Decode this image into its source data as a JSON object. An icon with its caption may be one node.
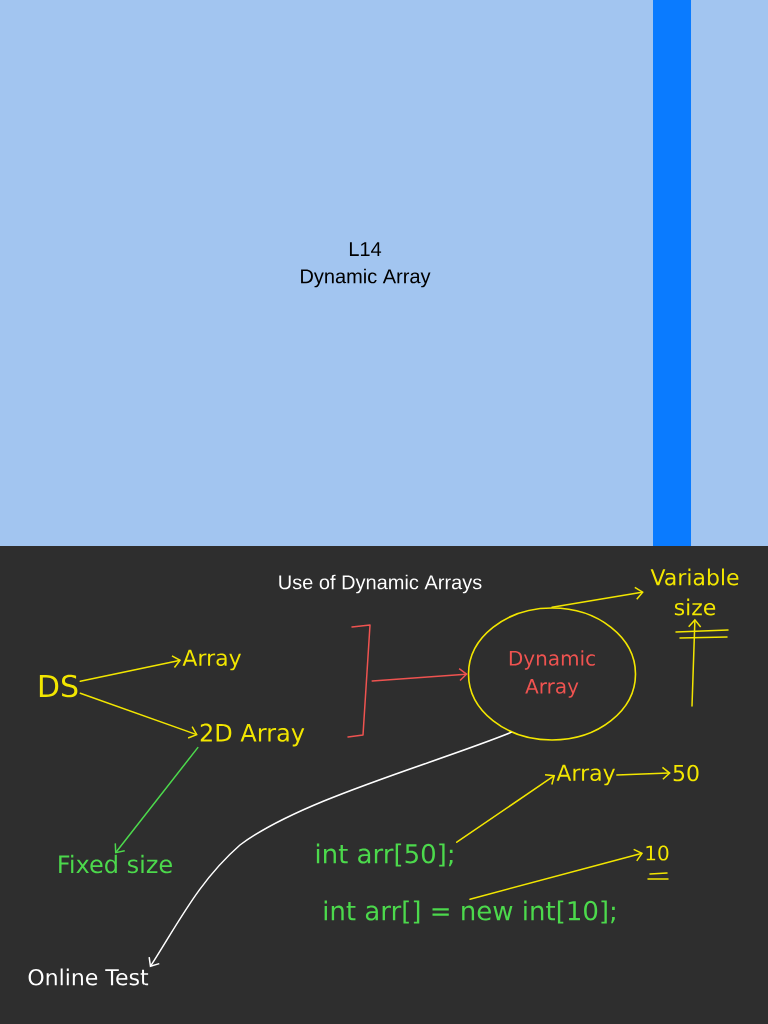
{
  "diagram": {
    "title": "Use of Dynamic Arrays",
    "nodes": [
      {
        "text": [
          "DS"
        ]
      },
      {
        "text": [
          "Array"
        ]
      },
      {
        "text": [
          "2D Array"
        ]
      },
      {
        "text": [],
        "shape": "bracket"
      },
      {
        "text": [
          "Dynamic Array"
        ]
      },
      {
        "text": [
          "Variable size"
        ]
      },
      {
        "text": [
          "Array"
        ]
      },
      {
        "text": [
          "50"
        ]
      },
      {
        "text": [
          "int arr[50];"
        ]
      },
      {
        "text": [
          "int arr[] = new int[10];"
        ]
      },
      {
        "text": [
          "10"
        ]
      },
      {
        "text": [
          "Fixed size"
        ]
      },
      {
        "text": [
          "Online Test"
        ]
      }
    ],
    "edges": [
      {
        "from": 0,
        "to": 1,
        "arrow": "to"
      },
      {
        "from": 0,
        "to": 2,
        "arrow": "to"
      },
      {
        "from": 3,
        "to": 4,
        "arrow": "to",
        "color": "#ef5350"
      },
      {
        "from": 4,
        "to": 5,
        "arrow": "to"
      },
      {
        "from": null,
        "to": 5,
        "arrow": "to"
      },
      {
        "from": 2,
        "to": 11,
        "arrow": "to",
        "color": "#4cd94c"
      },
      {
        "from": 4,
        "to": 12,
        "arrow": "to",
        "color": "#ffffff"
      },
      {
        "from": 8,
        "to": 6,
        "arrow": "to"
      },
      {
        "from": 6,
        "to": 7,
        "arrow": "to"
      },
      {
        "from": 9,
        "to": 10,
        "arrow": "to"
      }
    ],
    "labels": [
      "L14",
      "Dynamic Array"
    ]
  }
}
